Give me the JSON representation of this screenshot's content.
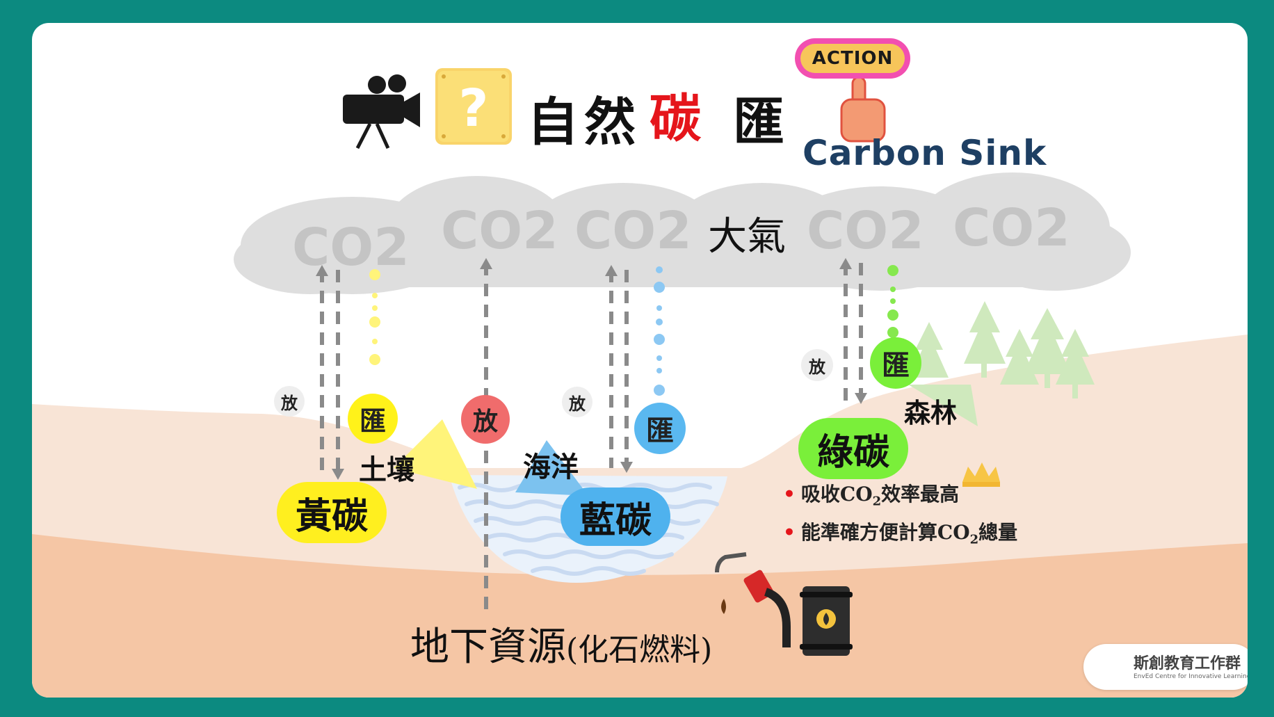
{
  "title": {
    "part1": "自然",
    "part2": "碳",
    "part3": "匯",
    "action_badge": "ACTION",
    "subtitle": "Carbon Sink"
  },
  "atmosphere": {
    "label": "大氣",
    "clouds": [
      "CO2",
      "CO2",
      "CO2",
      "CO2",
      "CO2"
    ]
  },
  "reservoirs": {
    "yellow": {
      "name": "黃碳",
      "area": "土壤",
      "release": "放",
      "sink": "匯"
    },
    "blue": {
      "name": "藍碳",
      "area": "海洋",
      "release": "放",
      "sink": "匯"
    },
    "green": {
      "name": "綠碳",
      "area": "森林",
      "release": "放",
      "sink": "匯"
    },
    "fossil": {
      "release": "放",
      "label": "地下資源",
      "paren_label": "(化石燃料)"
    }
  },
  "green_notes": [
    {
      "pre": "吸收CO",
      "sub": "2",
      "post": "效率最高"
    },
    {
      "pre": "能準確方便計算CO",
      "sub": "2",
      "post": "總量"
    }
  ],
  "logo": {
    "name": "斯創教育工作群",
    "tagline": "EnvEd Centre for Innovative Learning"
  },
  "colors": {
    "frame": "#0c8a80",
    "yellow": "#ffef1f",
    "blue": "#5ab8f0",
    "green": "#7aef3a",
    "red": "#f06c6c",
    "title_red": "#e5151b"
  }
}
